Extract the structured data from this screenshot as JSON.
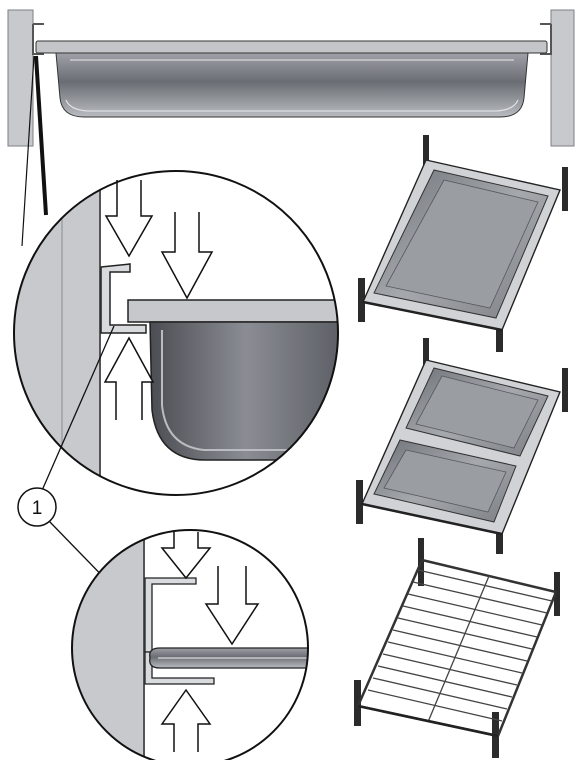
{
  "diagram": {
    "callout": {
      "label": "1"
    },
    "colors": {
      "wall": "#c8c9cc",
      "wall_edge": "#7d7f84",
      "pan_dark": "#5a5c62",
      "pan_mid": "#8d9096",
      "pan_light": "#c3c5c9",
      "outline": "#1a1a1a",
      "arrow_fill": "#ffffff"
    },
    "racks": [
      {
        "id": "rack-full-pan",
        "content": "full-size-pan"
      },
      {
        "id": "rack-two-half-pans",
        "content": "two-half-pans"
      },
      {
        "id": "rack-wire-grid",
        "content": "wire-grid-shelf"
      }
    ]
  }
}
